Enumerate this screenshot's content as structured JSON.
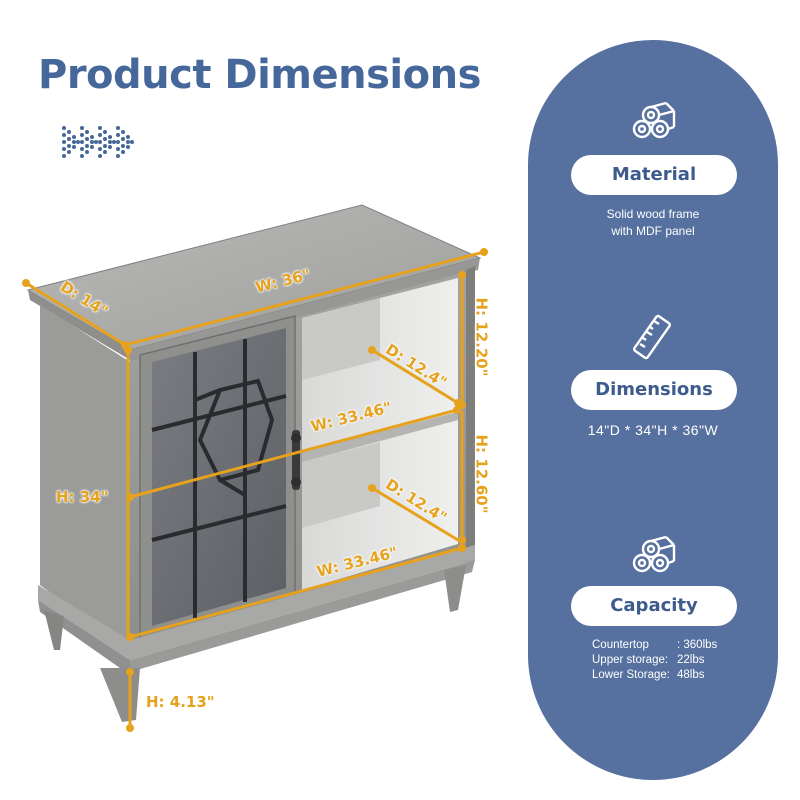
{
  "title": "Product Dimensions",
  "dimensions": {
    "top_depth": "D: 14\"",
    "top_width": "W: 36\"",
    "upper_height": "H: 12.20\"",
    "upper_depth": "D: 12.4\"",
    "shelf_width": "W: 33.46\"",
    "lower_height": "H: 12.60\"",
    "lower_depth": "D: 12.4\"",
    "bottom_width": "W: 33.46\"",
    "overall_height": "H: 34\"",
    "leg_height": "H: 4.13\""
  },
  "features": {
    "material": {
      "label": "Material",
      "desc_line1": "Solid wood frame",
      "desc_line2": "with MDF panel",
      "icon": "logs-icon"
    },
    "dimensions": {
      "label": "Dimensions",
      "desc": "14\"D  *  34\"H  *  36\"W",
      "icon": "ruler-icon"
    },
    "capacity": {
      "label": "Capacity",
      "icon": "logs-icon",
      "rows": [
        {
          "k": "Countertop",
          "v": ":  360lbs"
        },
        {
          "k": "Upper storage:",
          "v": "22lbs"
        },
        {
          "k": "Lower Storage:",
          "v": "48lbs"
        }
      ]
    }
  },
  "colors": {
    "accent": "#e6a21d",
    "brand": "#46679a",
    "panel": "#56709f"
  }
}
